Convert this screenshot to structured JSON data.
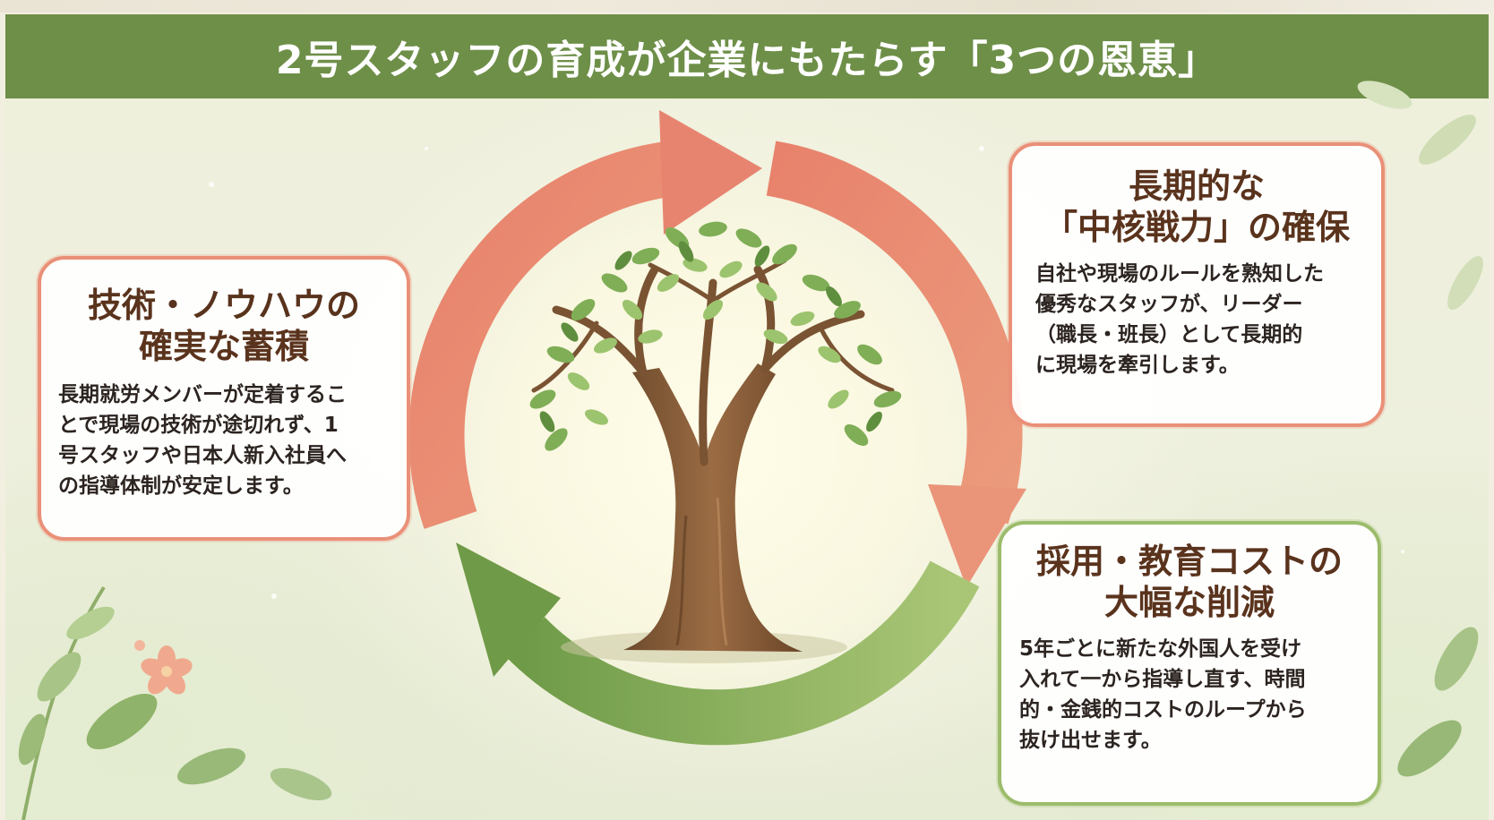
{
  "header": {
    "title": "2号スタッフの育成が企業にもたらす「3つの恩恵」"
  },
  "cards": [
    {
      "title_lines": [
        "技術・ノウハウの",
        "確実な蓄積"
      ],
      "body": "長期就労メンバーが定着するこ\nとで現場の技術が途切れず、1\n号スタッフや日本人新入社員へ\nの指導体制が安定します。"
    },
    {
      "title_lines": [
        "長期的な",
        "「中核戦力」の確保"
      ],
      "body": "自社や現場のルールを熟知した\n優秀なスタッフが、リーダー\n（職長・班長）として長期的\nに現場を牽引します。"
    },
    {
      "title_lines": [
        "採用・教育コストの",
        "大幅な削減"
      ],
      "body": "5年ごとに新たな外国人を受け\n入れて一から指導し直す、時間\n的・金銭的コストのループから\n抜け出せます。"
    }
  ],
  "colors": {
    "title_bar": "#6e8f48",
    "arrow_red": "#e27f68",
    "arrow_green": "#78a24e",
    "card_border_red": "#ea9078",
    "card_border_green": "#9cbc6c",
    "card_title": "#5a331d"
  },
  "icons": [
    "tree-icon",
    "cycle-arrow-icon",
    "leaf-icon",
    "flower-icon"
  ]
}
